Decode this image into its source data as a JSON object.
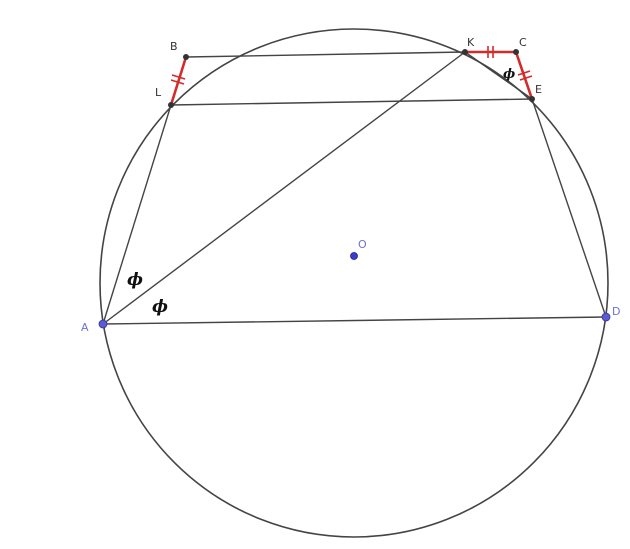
{
  "colors": {
    "line": "#444444",
    "marked_segment": "#d42a2a",
    "free_point": "#5b5bd6",
    "derived_point": "#333333",
    "background": "#ffffff"
  },
  "labels": {
    "A": "A",
    "B": "B",
    "C": "C",
    "D": "D",
    "E": "E",
    "K": "K",
    "L": "L",
    "O": "O"
  },
  "angle_marks": {
    "at_A_upper": "ϕ",
    "at_A_lower": "ϕ",
    "at_E": "ϕ"
  },
  "figure": {
    "segments": [
      "AD",
      "AB",
      "BC",
      "CD",
      "AK",
      "LE",
      "KE"
    ],
    "equal_marks": [
      "BL",
      "KC",
      "CE"
    ],
    "circle_center": "O"
  }
}
